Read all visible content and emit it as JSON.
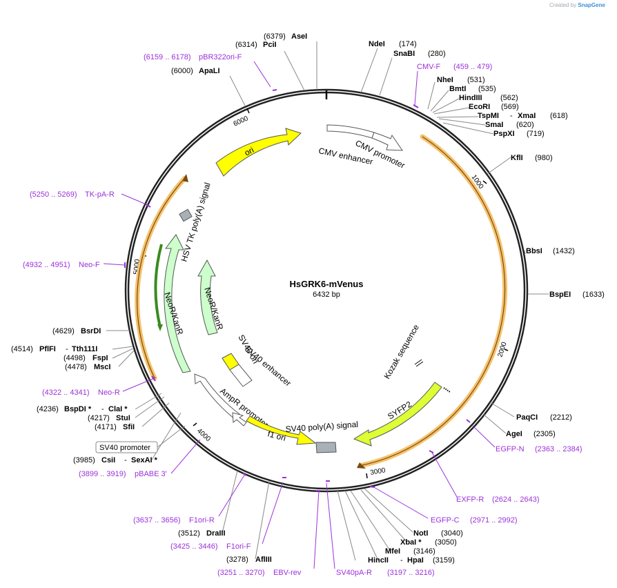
{
  "credit": {
    "prefix": "Created by",
    "brand": "SnapGene"
  },
  "plasmid": {
    "name": "HsGRK6-mVenus",
    "size_label": "6432 bp"
  },
  "ticks": [
    "1000",
    "2000",
    "3000",
    "4000",
    "5000",
    "6000"
  ],
  "features": {
    "cmv_enhancer": "CMV enhancer",
    "cmv_promoter": "CMV promoter",
    "ori": "ori",
    "hsv_tk": "HSV TK poly(A) signal",
    "neor_outer": "NeoR/KanR",
    "neor_inner": "NeoR/KanR",
    "sv40_ori": "SV40 ori",
    "sv40_enhancer": "SV40 enhancer",
    "ampr_promoter": "AmpR promoter",
    "f1_ori": "f1 ori",
    "sv40_polya": "SV40 poly(A) signal",
    "syfp2": "SYFP2",
    "kozak": "Kozak sequence",
    "sv40_promoter_box": "SV40 promoter"
  },
  "sites": {
    "asei": {
      "pos": "(6379)",
      "name": "AseI"
    },
    "pcii": {
      "pos": "(6314)",
      "name": "PciI"
    },
    "apali": {
      "pos": "(6000)",
      "name": "ApaLI"
    },
    "ndei": {
      "pos": "(174)",
      "name": "NdeI"
    },
    "snabi": {
      "pos": "(280)",
      "name": "SnaBI"
    },
    "nhei": {
      "pos": "(531)",
      "name": "NheI"
    },
    "bmti": {
      "pos": "(535)",
      "name": "BmtI"
    },
    "hindiii": {
      "pos": "(562)",
      "name": "HindIII"
    },
    "ecori": {
      "pos": "(569)",
      "name": "EcoRI"
    },
    "tspmi": {
      "pos": "(618)",
      "name": "TspMI",
      "name2": "XmaI"
    },
    "smai": {
      "pos": "(620)",
      "name": "SmaI"
    },
    "pspxi": {
      "pos": "(719)",
      "name": "PspXI"
    },
    "kfli": {
      "pos": "(980)",
      "name": "KflI"
    },
    "bbsi": {
      "pos": "(1432)",
      "name": "BbsI"
    },
    "bspei": {
      "pos": "(1633)",
      "name": "BspEI"
    },
    "paqci": {
      "pos": "(2212)",
      "name": "PaqCI"
    },
    "agei": {
      "pos": "(2305)",
      "name": "AgeI"
    },
    "noti": {
      "pos": "(3040)",
      "name": "NotI"
    },
    "xbai": {
      "pos": "(3050)",
      "name": "XbaI *"
    },
    "mfei": {
      "pos": "(3146)",
      "name": "MfeI"
    },
    "hincii": {
      "pos": "(3159)",
      "name": "HincII",
      "name2": "HpaI"
    },
    "afliii": {
      "pos": "(3278)",
      "name": "AflIII"
    },
    "draiii": {
      "pos": "(3512)",
      "name": "DraIII"
    },
    "csii": {
      "pos": "(3985)",
      "name": "CsiI",
      "name2": "SexAI *"
    },
    "sfii": {
      "pos": "(4171)",
      "name": "SfiI"
    },
    "stui": {
      "pos": "(4217)",
      "name": "StuI"
    },
    "bspdi": {
      "pos": "(4236)",
      "name": "BspDI *",
      "name2": "ClaI *"
    },
    "msci": {
      "pos": "(4478)",
      "name": "MscI"
    },
    "fspi": {
      "pos": "(4498)",
      "name": "FspI"
    },
    "pflfi": {
      "pos": "(4514)",
      "name": "PflFI",
      "name2": "Tth111I"
    },
    "bsrdi": {
      "pos": "(4629)",
      "name": "BsrDI"
    }
  },
  "primers": {
    "pbr322": {
      "range": "(6159 .. 6178)",
      "name": "pBR322ori-F"
    },
    "cmvf": {
      "range": "(459 .. 479)",
      "name": "CMV-F"
    },
    "tkpa": {
      "range": "(5250 .. 5269)",
      "name": "TK-pA-R"
    },
    "neof": {
      "range": "(4932 .. 4951)",
      "name": "Neo-F"
    },
    "neor": {
      "range": "(4322 .. 4341)",
      "name": "Neo-R"
    },
    "pbabe": {
      "range": "(3899 .. 3919)",
      "name": "pBABE 3'"
    },
    "egfpn": {
      "range": "(2363 .. 2384)",
      "name": "EGFP-N"
    },
    "exfpr": {
      "range": "(2624 .. 2643)",
      "name": "EXFP-R"
    },
    "egfpc": {
      "range": "(2971 .. 2992)",
      "name": "EGFP-C"
    },
    "f1orir": {
      "range": "(3637 .. 3656)",
      "name": "F1ori-R"
    },
    "f1orif": {
      "range": "(3425 .. 3446)",
      "name": "F1ori-F"
    },
    "ebvrev": {
      "range": "(3251 .. 3270)",
      "name": "EBV-rev"
    },
    "sv40par": {
      "range": "(3197 .. 3216)",
      "name": "SV40pA-R"
    }
  },
  "colors": {
    "backbone": "#222222",
    "orf": "#f5c26b",
    "ori": "#ffff00",
    "neo": "#ccffcc",
    "yfp": "#ddff33",
    "promoter": "#ffffff",
    "primer": "#9b30d9",
    "grey": "#a8b0b8"
  }
}
